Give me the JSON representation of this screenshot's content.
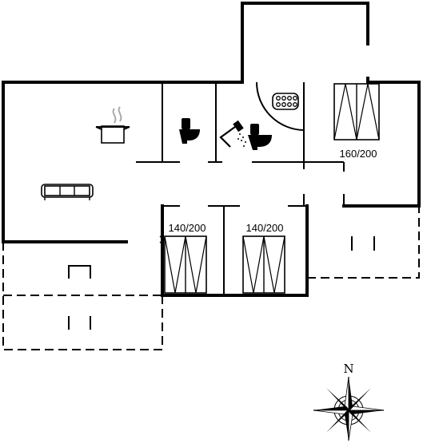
{
  "floorplan": {
    "bed_labels": {
      "bedroom_right": "160/200",
      "bedroom_lower_left": "140/200",
      "bedroom_lower_middle": "140/200"
    },
    "compass": {
      "north_label": "N"
    },
    "icons": [
      "cooking-pot-icon",
      "sofa-icon",
      "toilet-icon",
      "shower-icon",
      "toilet-icon",
      "whirlpool-icon",
      "bed-icon"
    ]
  }
}
